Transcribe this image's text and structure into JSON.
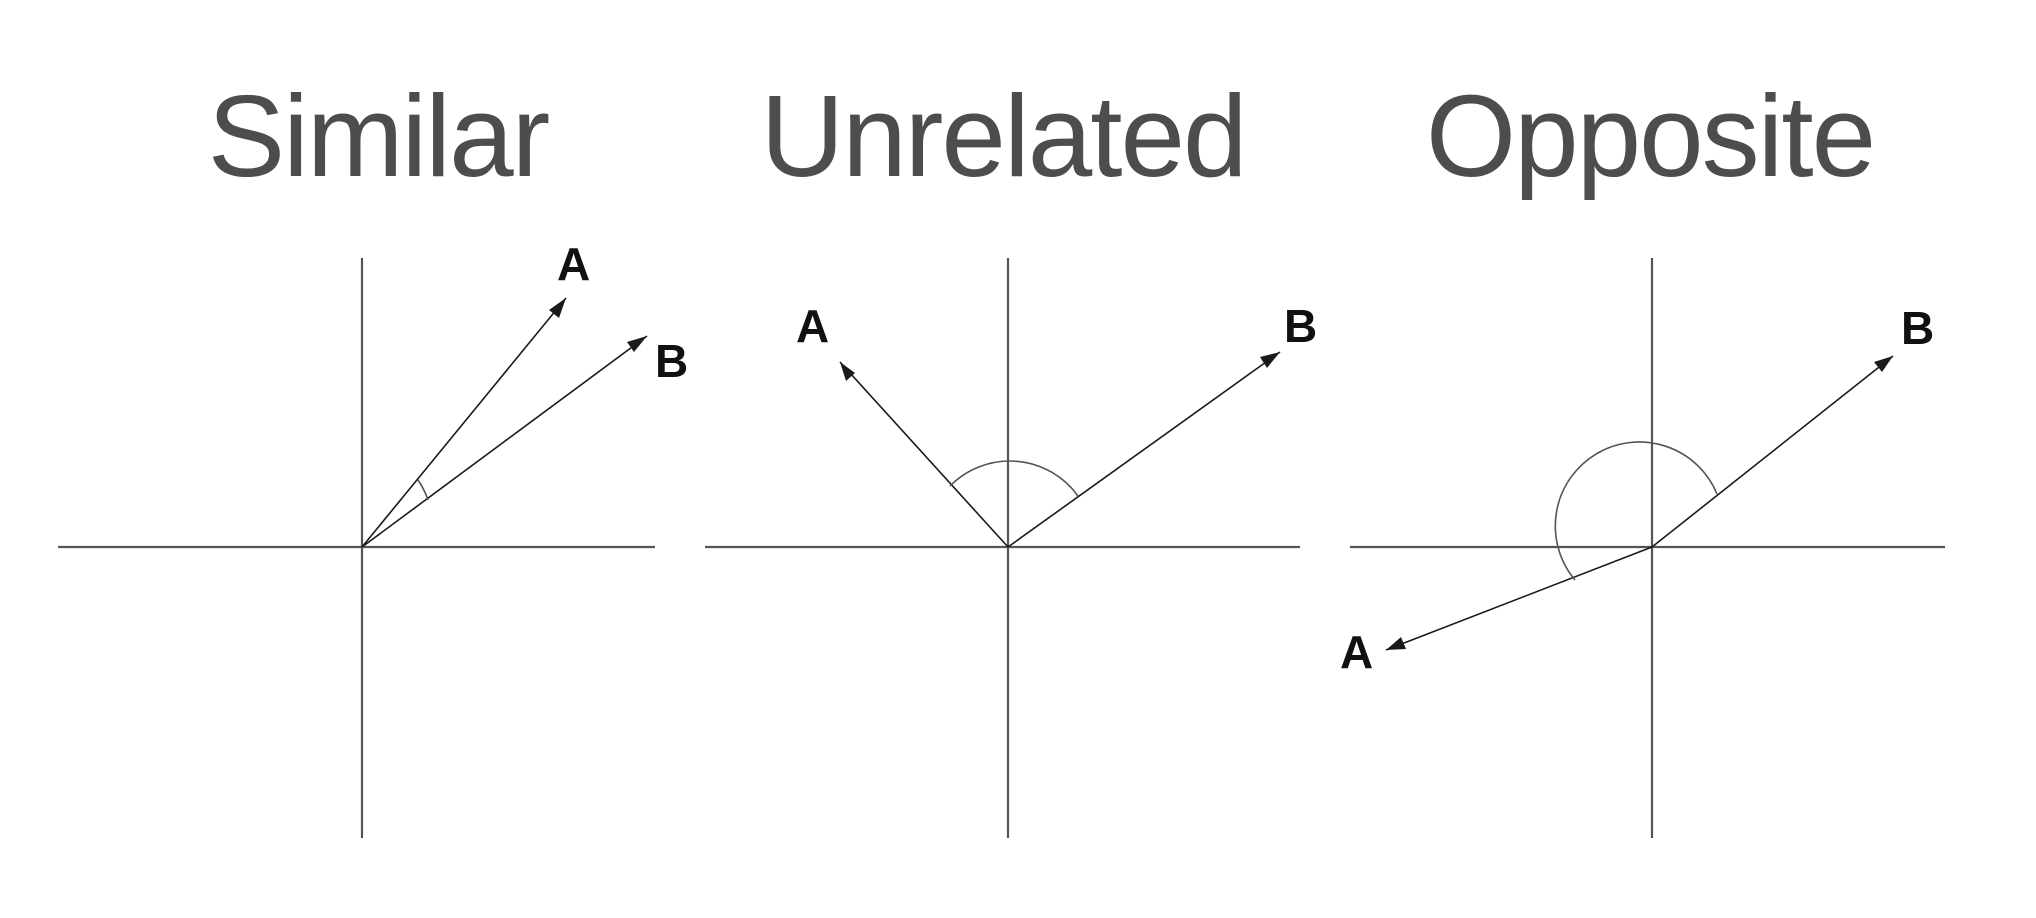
{
  "panels": [
    {
      "title": "Similar",
      "vector_a_label": "A",
      "vector_b_label": "B"
    },
    {
      "title": "Unrelated",
      "vector_a_label": "A",
      "vector_b_label": "B"
    },
    {
      "title": "Opposite",
      "vector_a_label": "A",
      "vector_b_label": "B"
    }
  ],
  "colors": {
    "title": "#4d4d4d",
    "axis": "#555555",
    "vector": "#1a1a1a",
    "label": "#111111"
  }
}
